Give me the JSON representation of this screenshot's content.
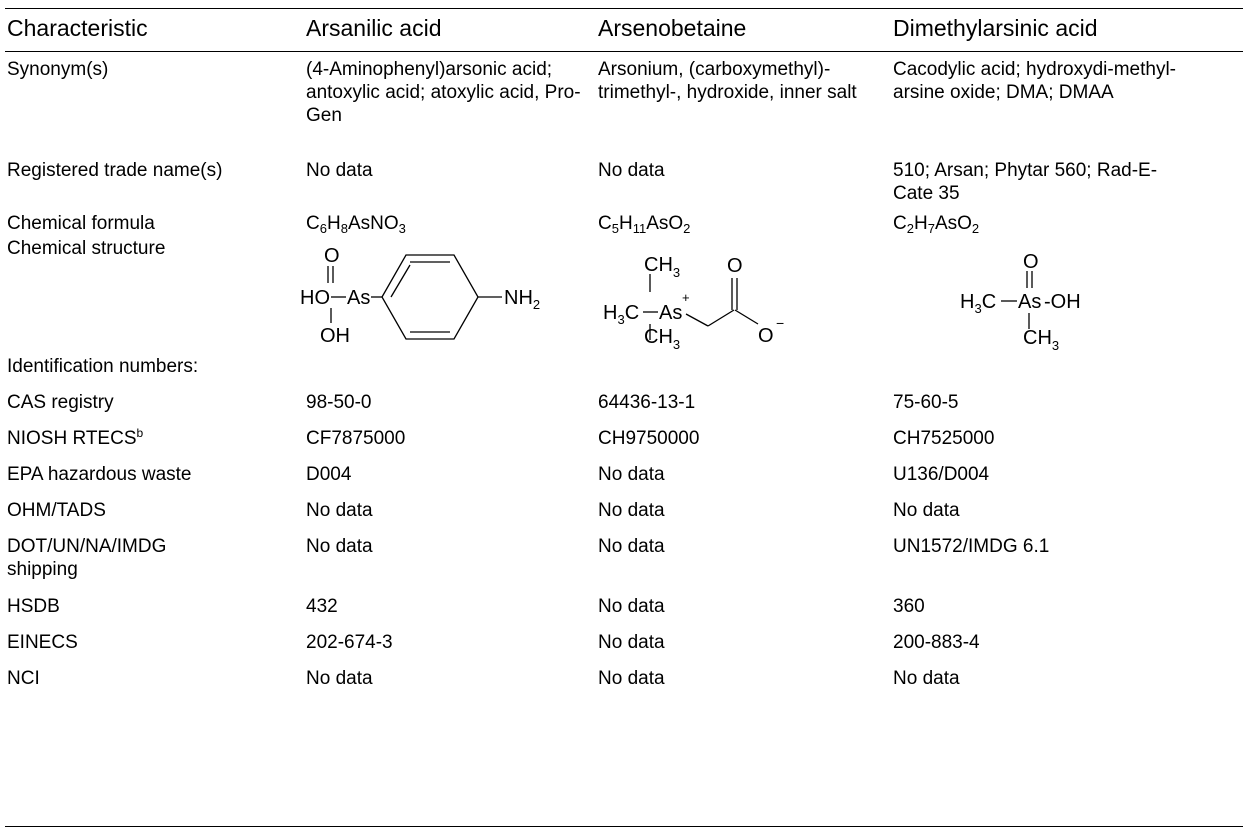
{
  "headers": [
    "Characteristic",
    "Arsanilic acid",
    "Arsenobetaine",
    "Dimethylarsinic acid"
  ],
  "rows": [
    {
      "label": "Synonym(s)",
      "values": [
        "(4-Aminophenyl)arsonic acid; antoxylic acid; atoxylic acid, Pro-Gen",
        "Arsonium, (carboxymethyl)-trimethyl-, hydroxide, inner salt",
        "Cacodylic acid; hydroxydi-methyl-arsine oxide; DMA; DMAA"
      ]
    },
    {
      "label": "Registered trade name(s)",
      "values": [
        "No data",
        "No data",
        "510; Arsan; Phytar 560; Rad-E-Cate 35"
      ]
    },
    {
      "label": "Chemical formula",
      "values": [
        "C6H8AsNO3",
        "C5H11AsO2",
        "C2H7AsO2"
      ]
    },
    {
      "label": "Chemical structure",
      "values": [
        "",
        "",
        ""
      ]
    },
    {
      "label": "Identification numbers:",
      "values": [
        "",
        "",
        ""
      ]
    },
    {
      "label": "CAS registry",
      "values": [
        "98-50-0",
        "64436-13-1",
        "75-60-5"
      ]
    },
    {
      "label": "NIOSH RTECS",
      "label_sup": "b",
      "values": [
        "CF7875000",
        "CH9750000",
        "CH7525000"
      ]
    },
    {
      "label": "EPA hazardous waste",
      "values": [
        "D004",
        "No data",
        "U136/D004"
      ]
    },
    {
      "label": "OHM/TADS",
      "values": [
        "No data",
        "No data",
        "No data"
      ]
    },
    {
      "label": "DOT/UN/NA/IMDG shipping",
      "values": [
        "No data",
        "No data",
        "UN1572/IMDG 6.1"
      ]
    },
    {
      "label": "HSDB",
      "values": [
        "432",
        "No data",
        "360"
      ]
    },
    {
      "label": "EINECS",
      "values": [
        "202-674-3",
        "No data",
        "200-883-4"
      ]
    },
    {
      "label": "NCI",
      "values": [
        "No data",
        "No data",
        "No data"
      ]
    }
  ],
  "formulas": {
    "arsanilic": {
      "C": "C",
      "c_n": "6",
      "H": "H",
      "h_n": "8",
      "rest": "AsNO",
      "o_n": "3"
    },
    "arsenobetaine": {
      "C": "C",
      "c_n": "5",
      "H": "H",
      "h_n": "11",
      "rest": "AsO",
      "o_n": "2"
    },
    "dma": {
      "C": "C",
      "c_n": "2",
      "H": "H",
      "h_n": "7",
      "rest": "AsO",
      "o_n": "2"
    }
  },
  "structures": {
    "arsanilic": {
      "o_top": "O",
      "ho": "HO",
      "as": "As",
      "oh": "OH",
      "nh": "NH",
      "nh_n": "2"
    },
    "arsenobetaine": {
      "ch3_top": "CH",
      "ch3_top_n": "3",
      "h3c": "H",
      "h3c_n": "3",
      "h3c_c": "C",
      "as": "As",
      "plus": "+",
      "o_top": "O",
      "o_minus": "O",
      "minus": "−",
      "ch3_bot": "CH",
      "ch3_bot_n": "3"
    },
    "dma": {
      "o_top": "O",
      "h3c": "H",
      "h3c_n": "3",
      "h3c_c": "C",
      "as": "As",
      "oh": "-OH",
      "ch3": "CH",
      "ch3_n": "3"
    }
  }
}
